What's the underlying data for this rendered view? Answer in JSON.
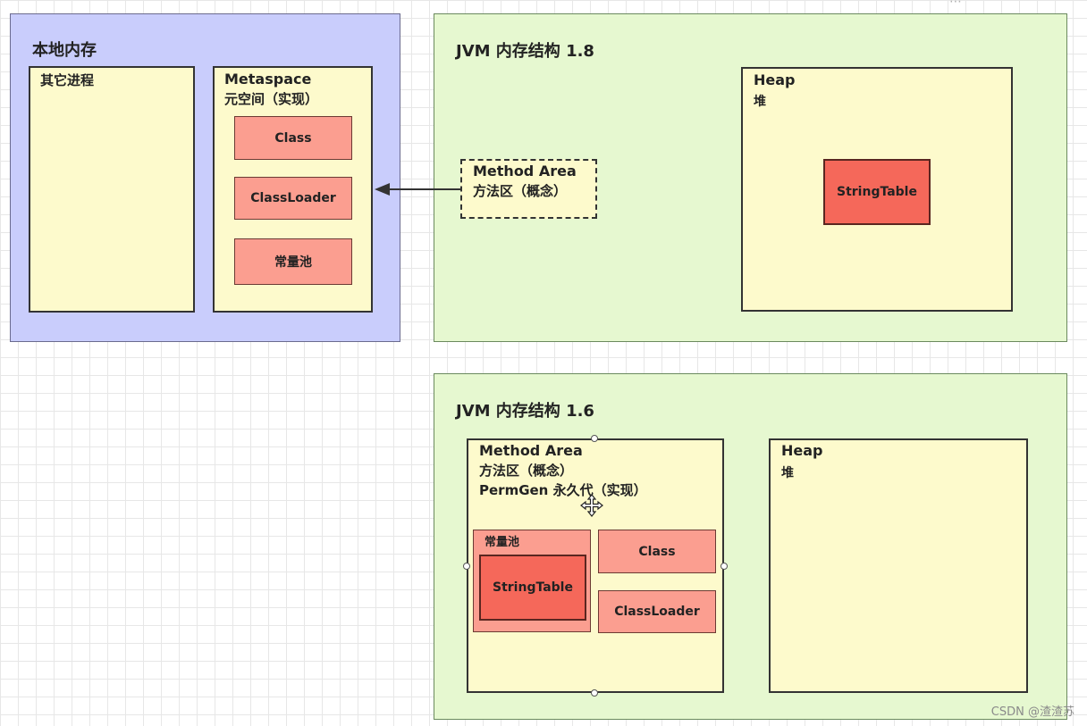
{
  "native": {
    "title": "本地内存",
    "other_process": "其它进程",
    "metaspace": {
      "title": "Metaspace",
      "subtitle": "元空间（实现）",
      "items": [
        "Class",
        "ClassLoader",
        "常量池"
      ]
    }
  },
  "jvm18": {
    "title": "JVM 内存结构 1.8",
    "method_area": {
      "title": "Method Area",
      "subtitle": "方法区（概念）"
    },
    "heap": {
      "title": "Heap",
      "subtitle": "堆",
      "string_table": "StringTable"
    }
  },
  "jvm16": {
    "title": "JVM 内存结构 1.6",
    "method_area": {
      "title": "Method Area",
      "subtitle": "方法区（概念）",
      "permgen": "PermGen 永久代（实现）",
      "constant_pool": "常量池",
      "string_table": "StringTable",
      "items": [
        "Class",
        "ClassLoader"
      ]
    },
    "heap": {
      "title": "Heap",
      "subtitle": "堆"
    }
  },
  "watermark": "CSDN @渣渣苏",
  "move_cursor_icon": "move-cursor-icon",
  "arrow_icon": "arrow-left-icon"
}
